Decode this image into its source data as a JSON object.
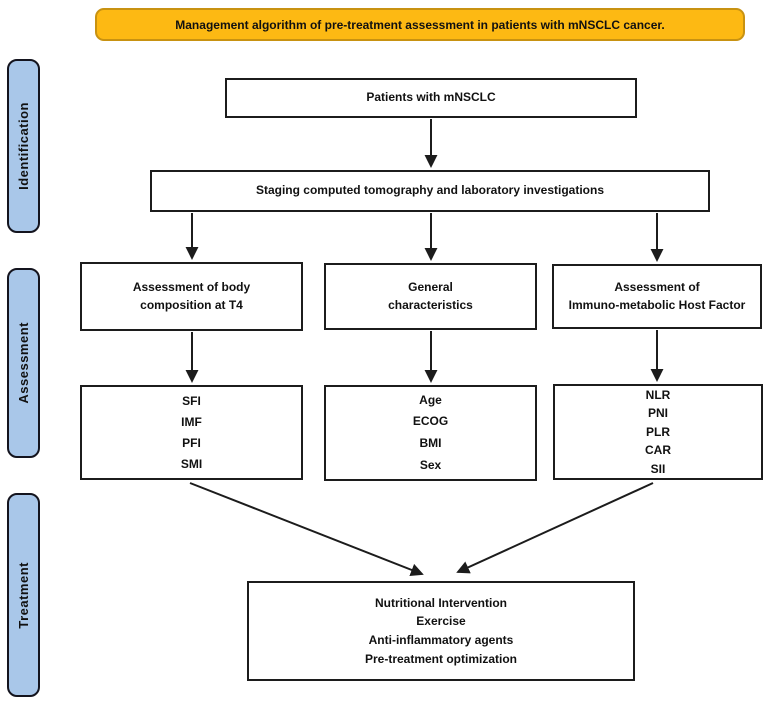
{
  "banner": {
    "text": "Management algorithm of pre-treatment assessment in patients with mNSCLC cancer.",
    "fill": "#FDB913",
    "border": "#C89211"
  },
  "sidebar": {
    "fill": "#A9C7E9",
    "items": [
      {
        "label": "Identification"
      },
      {
        "label": "Assessment"
      },
      {
        "label": "Treatment"
      }
    ]
  },
  "flow": {
    "patients": "Patients with mNSCLC",
    "staging": "Staging computed tomography and laboratory investigations",
    "assessment_columns": [
      {
        "header": [
          "Assessment of body",
          "composition at T4"
        ],
        "items": [
          "SFI",
          "IMF",
          "PFI",
          "SMI"
        ]
      },
      {
        "header": [
          "General",
          "characteristics"
        ],
        "items": [
          "Age",
          "ECOG",
          "BMI",
          "Sex"
        ]
      },
      {
        "header": [
          "Assessment of",
          "Immuno-metabolic Host Factor"
        ],
        "items": [
          "NLR",
          "PNI",
          "PLR",
          "CAR",
          "SII"
        ]
      }
    ],
    "treatment": [
      "Nutritional Intervention",
      "Exercise",
      "Anti-inflammatory agents",
      "Pre-treatment optimization"
    ]
  }
}
